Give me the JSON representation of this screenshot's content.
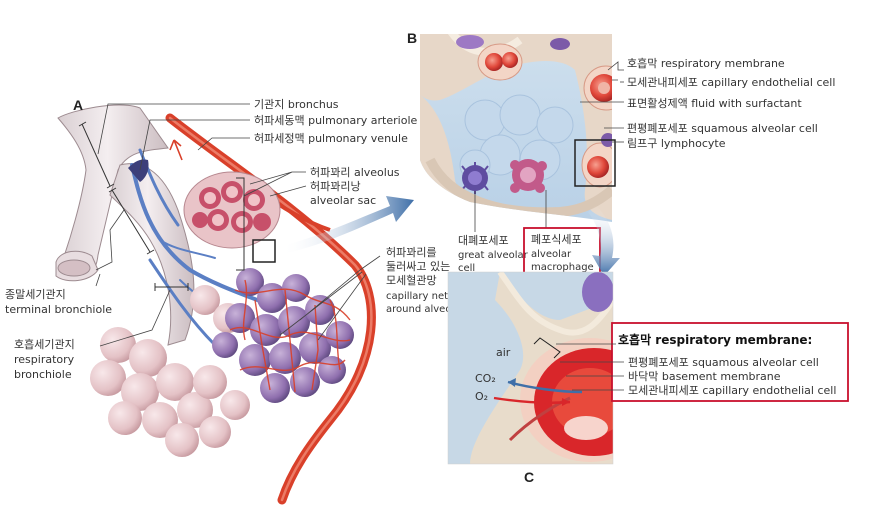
{
  "panels": {
    "a": "A",
    "b": "B",
    "c": "C"
  },
  "panel_a": {
    "bronchus": "기관지 bronchus",
    "pulmonary_arteriole": "허파세동맥 pulmonary arteriole",
    "pulmonary_venule": "허파세정맥 pulmonary venule",
    "alveolus": "허파꽈리 alveolus",
    "alveolar_sac_ko": "허파꽈리낭",
    "alveolar_sac_en": "alveolar sac",
    "capillary_ko_1": "허파꽈리를",
    "capillary_ko_2": "둘러싸고 있는",
    "capillary_ko_3": "모세혈관망",
    "capillary_en_1": "capillary networks",
    "capillary_en_2": "around alveolus",
    "terminal_ko": "종말세기관지",
    "terminal_en": "terminal bronchiole",
    "respiratory_ko": "호흡세기관지",
    "respiratory_en_1": "respiratory",
    "respiratory_en_2": "bronchiole"
  },
  "panel_b": {
    "respiratory_membrane": "호흡막 respiratory membrane",
    "capillary_endothelial": "모세관내피세포 capillary endothelial cell",
    "fluid_surfactant": "표면활성제액 fluid with surfactant",
    "squamous_alveolar": "편평폐포세포 squamous alveolar cell",
    "lymphocyte": "림프구 lymphocyte",
    "great_alveolar_ko": "대폐포세포",
    "great_alveolar_en_1": "great alveolar",
    "great_alveolar_en_2": "cell",
    "macrophage_ko": "폐포식세포",
    "macrophage_en_1": "alveolar",
    "macrophage_en_2": "macrophage"
  },
  "panel_c": {
    "air": "air",
    "co2": "CO₂",
    "o2": "O₂",
    "membrane_title": "호흡막 respiratory membrane:",
    "squamous": "편평폐포세포 squamous alveolar cell",
    "basement": "바닥막 basement membrane",
    "endothelial": "모세관내피세포 capillary endothelial cell"
  },
  "colors": {
    "highlight_box": "#c8102e",
    "arrow_blue": "#4a78b0",
    "vessel_red": "#d9402a",
    "vessel_blue": "#5b7fc4",
    "alveolus_pink": "#d88fa0"
  }
}
